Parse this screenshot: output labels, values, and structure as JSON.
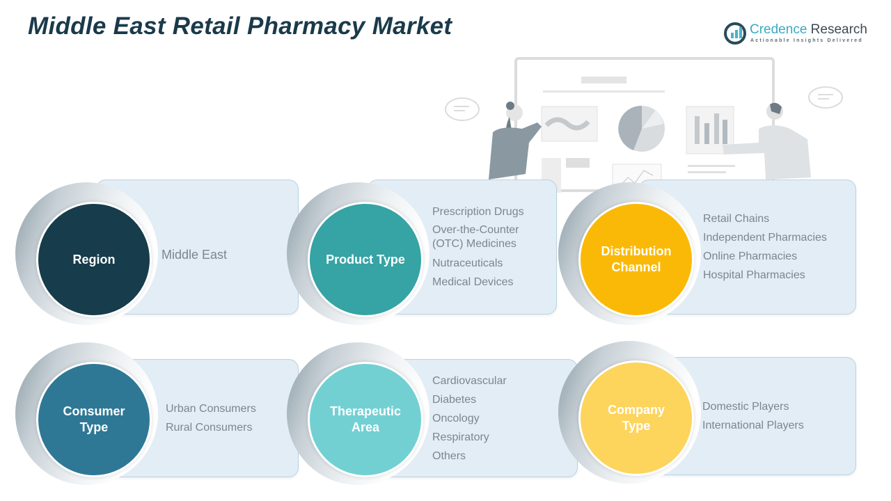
{
  "header": {
    "title": "Middle East Retail Pharmacy Market",
    "logo": {
      "name_part1": "Credence",
      "name_part2": " Research",
      "tagline": "Actionable Insights Delivered"
    }
  },
  "segments": [
    {
      "label": "Region",
      "color": "#173c4b",
      "items": [
        "Middle East"
      ]
    },
    {
      "label": "Product Type",
      "color": "#36a3a4",
      "items": [
        "Prescription Drugs",
        "Over-the-Counter (OTC) Medicines",
        "Nutraceuticals",
        "Medical Devices"
      ]
    },
    {
      "label_line1": "Distribution",
      "label_line2": "Channel",
      "color": "#fbb907",
      "items": [
        "Retail Chains",
        "Independent Pharmacies",
        "Online Pharmacies",
        "Hospital Pharmacies"
      ]
    },
    {
      "label_line1": "Consumer",
      "label_line2": "Type",
      "color": "#2e7896",
      "items": [
        "Urban Consumers",
        "Rural Consumers"
      ]
    },
    {
      "label_line1": "Therapeutic",
      "label_line2": "Area",
      "color": "#72d0d3",
      "items": [
        "Cardiovascular",
        "Diabetes",
        "Oncology",
        "Respiratory",
        "Others"
      ]
    },
    {
      "label_line1": "Company",
      "label_line2": "Type",
      "color": "#fdd45c",
      "items": [
        "Domestic Players",
        "International Players"
      ]
    }
  ]
}
